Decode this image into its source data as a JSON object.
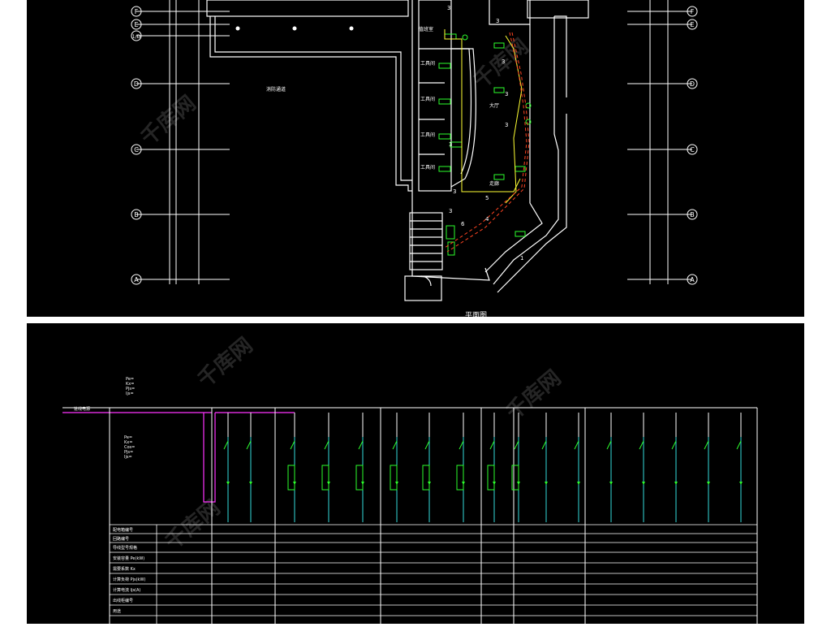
{
  "axis_labels": [
    "F",
    "E",
    "1/D",
    "D",
    "C",
    "B",
    "A"
  ],
  "plan": {
    "title": "____平面图",
    "room_labels": {
      "top_room": "值班室",
      "office_1": "工具间",
      "office_2": "工具间",
      "office_3": "工具间",
      "office_4": "工具间",
      "hall": "走廊",
      "lobby": "大厅",
      "corridor": "消防通道"
    },
    "circuit_numbers": [
      "3",
      "3",
      "3",
      "3",
      "3",
      "3",
      "5",
      "6",
      "4",
      "1",
      "3",
      "3"
    ]
  },
  "schematic": {
    "incoming_label": "进线电源",
    "header_specs": [
      "Pe=",
      "Kx=",
      "Pjs=",
      "Ijs="
    ],
    "left_specs": [
      "Pe=",
      "Kx=",
      "Cos=",
      "Pjs=",
      "Ijs="
    ],
    "table_rows": [
      "配电箱编号",
      "回路编号",
      "导线型号规格",
      "安装容量 Pe(kW)",
      "需要系数 Kx",
      "计算负荷 Pjs(kW)",
      "计算电流 Ijs(A)",
      "出线柜编号",
      "用途"
    ]
  },
  "watermark": "千库网"
}
